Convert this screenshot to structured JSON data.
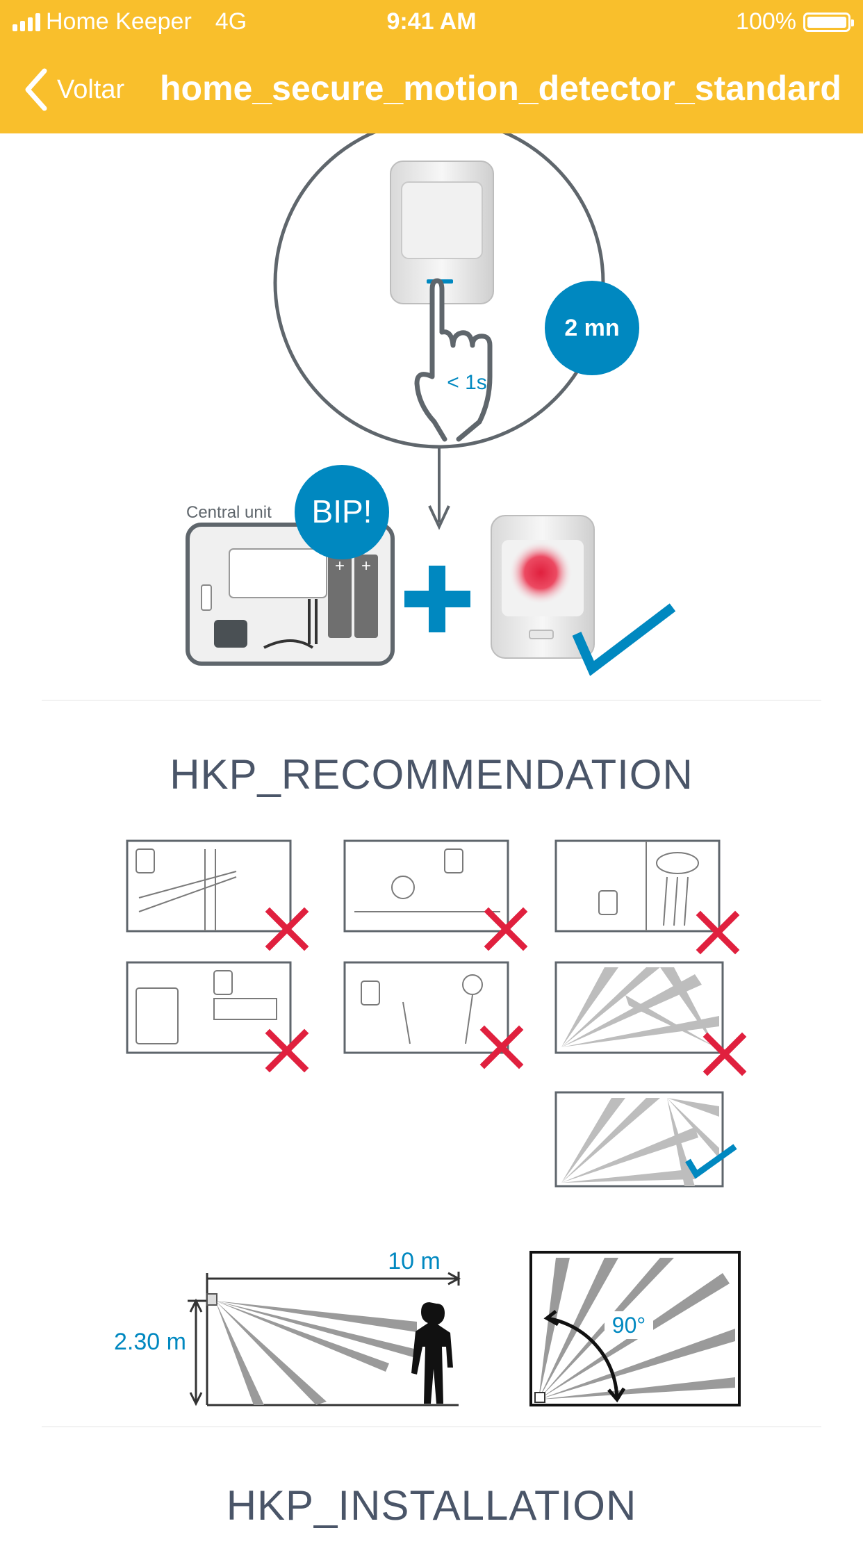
{
  "status_bar": {
    "carrier": "Home Keeper",
    "network": "4G",
    "time": "9:41 AM",
    "battery": "100%"
  },
  "nav": {
    "back_label": "Voltar",
    "title": "home_secure_motion_detector_standard"
  },
  "pairing": {
    "press_duration": "< 1s",
    "wait_time": "2 mn",
    "central_unit_label": "Central unit",
    "bip_label": "BIP!"
  },
  "recommendation": {
    "heading": "HKP_RECOMMENDATION"
  },
  "placement": {
    "distance": "10 m",
    "height": "2.30 m",
    "angle": "90°"
  },
  "installation": {
    "heading": "HKP_INSTALLATION"
  },
  "colors": {
    "brand_yellow": "#f9bf2c",
    "accent_blue": "#0088c0",
    "error_red": "#e0203e",
    "heading_gray": "#4a5568"
  }
}
